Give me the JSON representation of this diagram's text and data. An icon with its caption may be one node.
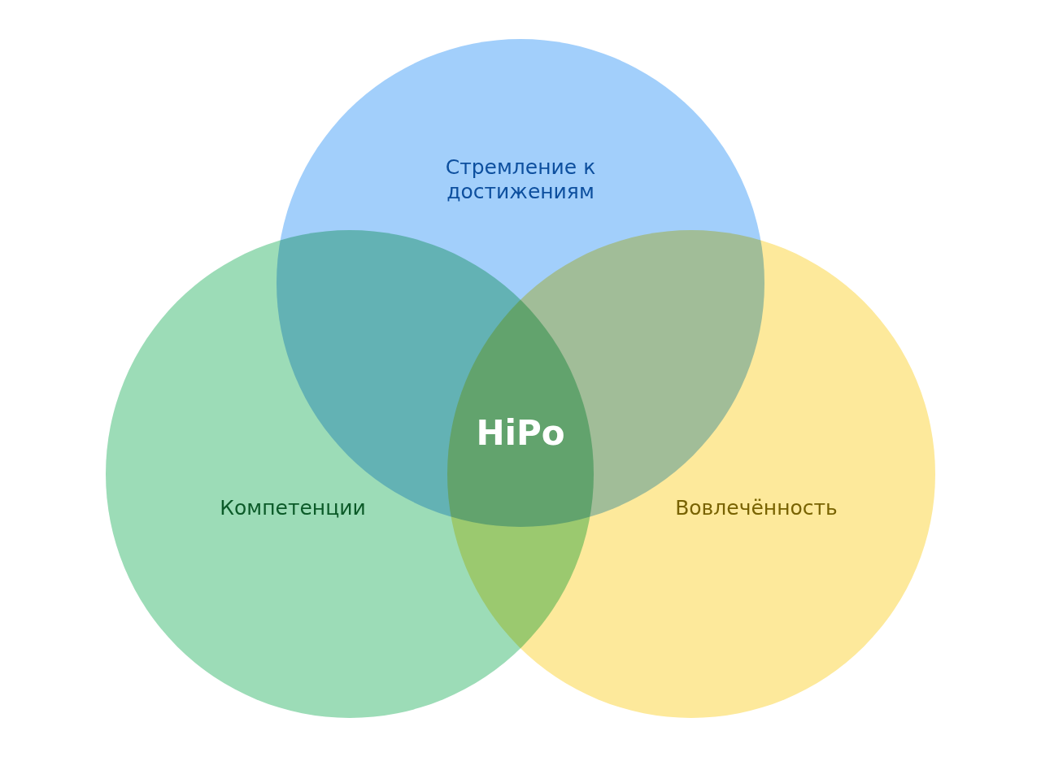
{
  "diagram": {
    "nodes": [
      {
        "text": [
          "Стремление к достижениям"
        ]
      },
      {
        "text": [
          "Компетенции"
        ]
      },
      {
        "text": [
          "Вовлечённость"
        ]
      }
    ],
    "labels": [
      "HiPo"
    ]
  }
}
